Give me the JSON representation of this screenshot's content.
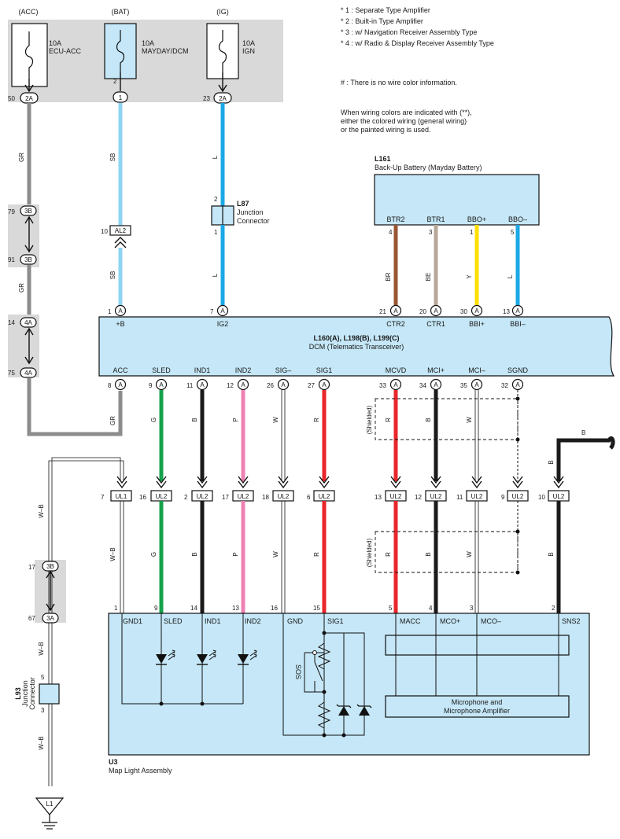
{
  "notes": {
    "n1": "* 1 : Separate Type Amplifier",
    "n2": "* 2 : Built-in Type Amplifier",
    "n3": "* 3 : w/ Navigation Receiver Assembly Type",
    "n4": "* 4 : w/ Radio & Display Receiver Assembly Type",
    "hash": "# : There is no wire color information.",
    "w1": "When wiring colors are indicated with (**),",
    "w2": "either the colored wiring (general wiring)",
    "w3": "or the painted wiring is used."
  },
  "fuses": [
    {
      "source": "(ACC)",
      "rating": "10A",
      "name": "ECU-ACC",
      "pin": "50",
      "conn": "2A"
    },
    {
      "source": "(BAT)",
      "rating": "10A",
      "name": "MAYDAY/DCM",
      "pin": "2",
      "conn": "1"
    },
    {
      "source": "(IG)",
      "rating": "10A",
      "name": "IGN",
      "pin": "23",
      "conn": "2A"
    }
  ],
  "left_run": {
    "wire_gr": "GR",
    "j1": {
      "top_pin": "79",
      "bottom_pin": "91",
      "conn": "3B"
    },
    "j2": {
      "top_pin": "14",
      "bottom_pin": "75",
      "conn": "4A"
    },
    "wb": "W–B",
    "j3": {
      "top_pin": "17",
      "top_conn": "3B",
      "bottom_pin": "67",
      "bottom_conn": "3A"
    }
  },
  "bat_run": {
    "wire": "SB",
    "pin": "10",
    "conn": "AL2",
    "wire2": "SB"
  },
  "ig_run": {
    "wire": "L",
    "pin_top": "2",
    "pin_bottom": "1",
    "wire2": "L"
  },
  "l87": {
    "code": "L87",
    "line1": "Junction",
    "line2": "Connector"
  },
  "l161": {
    "code": "L161",
    "name": "Back-Up Battery (Mayday Battery)",
    "terms": [
      {
        "label": "BTR2",
        "pin": "4",
        "wire": "BR",
        "dcm_pin": "21",
        "dcm_label": "CTR2"
      },
      {
        "label": "BTR1",
        "pin": "3",
        "wire": "BE",
        "dcm_pin": "20",
        "dcm_label": "CTR1"
      },
      {
        "label": "BBO+",
        "pin": "1",
        "wire": "Y",
        "dcm_pin": "30",
        "dcm_label": "BBI+"
      },
      {
        "label": "BBO–",
        "pin": "5",
        "wire": "L",
        "dcm_pin": "13",
        "dcm_label": "BBI–"
      }
    ]
  },
  "dcm": {
    "title": "L160(A), L198(B), L199(C)",
    "name": "DCM (Telematics Transceiver)",
    "conn": "A",
    "top_pins": [
      {
        "pin": "1",
        "label": "+B"
      },
      {
        "pin": "7",
        "label": "IG2"
      }
    ],
    "bottom_pins": [
      {
        "pin": "8",
        "label": "ACC",
        "wire": "GR"
      },
      {
        "pin": "9",
        "label": "SLED",
        "wire": "G"
      },
      {
        "pin": "11",
        "label": "IND1",
        "wire": "B"
      },
      {
        "pin": "12",
        "label": "IND2",
        "wire": "P"
      },
      {
        "pin": "26",
        "label": "SIG–",
        "wire": "W"
      },
      {
        "pin": "27",
        "label": "SIG1",
        "wire": "R"
      },
      {
        "pin": "33",
        "label": "MCVD",
        "wire": "R"
      },
      {
        "pin": "34",
        "label": "MCI+",
        "wire": "B"
      },
      {
        "pin": "35",
        "label": "MCI–",
        "wire": "W"
      },
      {
        "pin": "32",
        "label": "SGND",
        "wire": ""
      }
    ]
  },
  "shielded": "(Shielded)",
  "ul": {
    "conn_ul1": "UL1",
    "conn_ul2": "UL2",
    "row": [
      {
        "pin": "7",
        "conn": "UL1",
        "wire": "W–B",
        "u3_pin": "1",
        "u3_label": "GND1"
      },
      {
        "pin": "16",
        "conn": "UL2",
        "wire": "G",
        "u3_pin": "9",
        "u3_label": "SLED"
      },
      {
        "pin": "2",
        "conn": "UL2",
        "wire": "B",
        "u3_pin": "14",
        "u3_label": "IND1"
      },
      {
        "pin": "17",
        "conn": "UL2",
        "wire": "P",
        "u3_pin": "13",
        "u3_label": "IND2"
      },
      {
        "pin": "18",
        "conn": "UL2",
        "wire": "W",
        "u3_pin": "16",
        "u3_label": "GND"
      },
      {
        "pin": "6",
        "conn": "UL2",
        "wire": "R",
        "u3_pin": "15",
        "u3_label": "SIG1"
      },
      {
        "pin": "13",
        "conn": "UL2",
        "wire": "R",
        "u3_pin": "5",
        "u3_label": "MACC"
      },
      {
        "pin": "12",
        "conn": "UL2",
        "wire": "B",
        "u3_pin": "4",
        "u3_label": "MCO+"
      },
      {
        "pin": "11",
        "conn": "UL2",
        "wire": "W",
        "u3_pin": "3",
        "u3_label": "MCO–"
      },
      {
        "pin": "9",
        "conn": "UL2",
        "wire": "",
        "u3_pin": "",
        "u3_label": ""
      },
      {
        "pin": "10",
        "conn": "UL2",
        "wire": "B",
        "u3_pin": "2",
        "u3_label": "SNS2"
      }
    ],
    "sns_wire_top": "B"
  },
  "u3": {
    "code": "U3",
    "name": "Map Light Assembly",
    "sos": "SOS",
    "mic1": "Microphone and",
    "mic2": "Microphone Amplifier"
  },
  "l93": {
    "code": "L93",
    "line1": "Junction",
    "line2": "Connector",
    "pin_top": "5",
    "pin_bottom": "3",
    "wire": "W–B"
  },
  "ground": "L1",
  "colors": {
    "gr": "#8c8c8c",
    "sb": "#8fd3f2",
    "l": "#1aa8e6",
    "g": "#16a14b",
    "b": "#1a1a1a",
    "p": "#ee82b4",
    "r": "#e8262b",
    "br": "#9a5532",
    "be": "#b8a898",
    "y": "#ffe000",
    "box_fill": "#c5e7f7",
    "shade": "#d9d9d9"
  }
}
